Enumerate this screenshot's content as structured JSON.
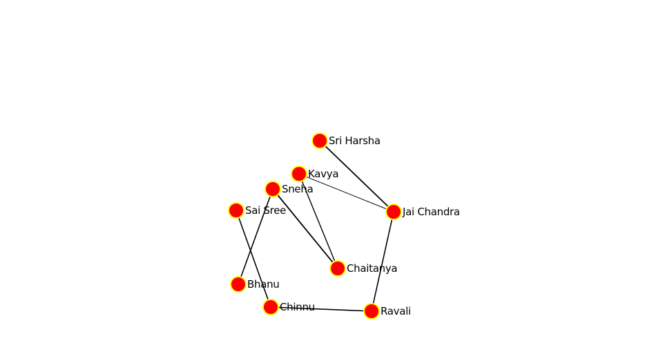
{
  "graph": {
    "colors": {
      "node_fill": "#ff0000",
      "node_stroke": "#ffff00",
      "edge": "#000000",
      "label": "#000000"
    },
    "nodes": [
      {
        "id": "sri-harsha",
        "label": "Sri Harsha"
      },
      {
        "id": "kavya",
        "label": "Kavya"
      },
      {
        "id": "sneha",
        "label": "Sneha"
      },
      {
        "id": "sai-sree",
        "label": "Sai Sree"
      },
      {
        "id": "jai-chandra",
        "label": "Jai Chandra"
      },
      {
        "id": "chaitanya",
        "label": "Chaitanya"
      },
      {
        "id": "bhanu",
        "label": "Bhanu"
      },
      {
        "id": "chinnu",
        "label": "Chinnu"
      },
      {
        "id": "ravali",
        "label": "Ravali"
      }
    ],
    "edges": [
      {
        "source": "sri-harsha",
        "target": "jai-chandra"
      },
      {
        "source": "kavya",
        "target": "jai-chandra"
      },
      {
        "source": "kavya",
        "target": "chaitanya"
      },
      {
        "source": "sneha",
        "target": "chaitanya"
      },
      {
        "source": "sneha",
        "target": "bhanu"
      },
      {
        "source": "sai-sree",
        "target": "chinnu"
      },
      {
        "source": "jai-chandra",
        "target": "ravali"
      },
      {
        "source": "chinnu",
        "target": "ravali"
      }
    ]
  }
}
